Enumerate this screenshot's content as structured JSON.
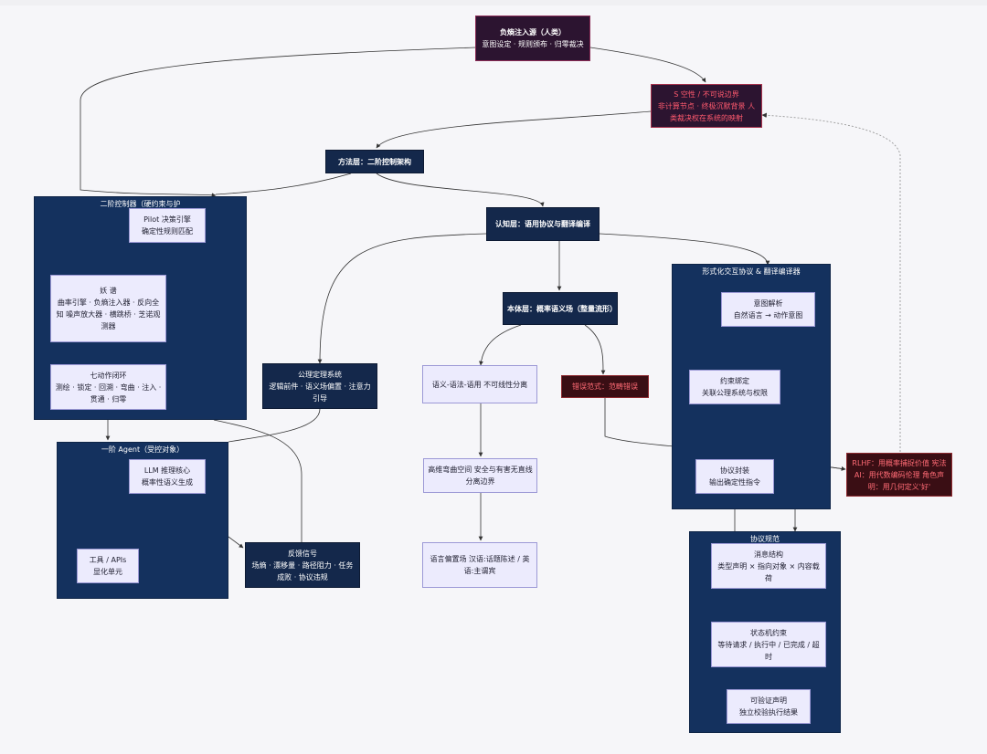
{
  "nodes": {
    "source": {
      "title": "负熵注入源（人类）",
      "body": "意图设定 · 规则颁布 · 归零裁决"
    },
    "void": {
      "title": "S 空性 / 不可说边界",
      "body": "非计算节点 · 终极沉默背景 人类裁决权在系统的映射"
    },
    "method": {
      "title": "方法层：二阶控制架构"
    },
    "cognitive": {
      "title": "认知层：语用协议与翻译编译"
    },
    "ontology": {
      "title": "本体层：概率语义场（整量流形）"
    },
    "axiom": {
      "title": "公理定理系统",
      "body": "逻辑前件 · 语义场偏置 · 注意力引导"
    },
    "separation": {
      "body": "语义-语法-语用 不可线性分离"
    },
    "manifold": {
      "body": "高维弯曲空间 安全与有害无直线分离边界"
    },
    "bias": {
      "body": "语言偏置场 汉语:话题陈述 / 英语:主谓宾"
    },
    "error": {
      "title": "错误范式：范畴错误"
    },
    "rlhf": {
      "body": "RLHF：用概率捕捉价值 宪法AI：用代数编码伦理 角色声明：用几何定义'好'"
    },
    "feedback": {
      "title": "反馈信号",
      "body": "场熵 · 漂移量 · 路径阻力 · 任务成败 · 协议违规"
    }
  },
  "clusters": {
    "controller": {
      "title": "二阶控制器（硬约束与护",
      "pilot": {
        "title": "Pilot 决策引擎",
        "body": "确定性规则匹配"
      },
      "lens": {
        "title": "妖 谱",
        "body": "曲率引擎 · 负熵注入器 · 反向全知 噪声放大器 · 横跳桥 · 芝诺观测器"
      },
      "loop": {
        "title": "七动作闭环",
        "body": "测绘 · 锁定 · 回溯 · 弯曲 · 注入 · 贯通 · 归零"
      }
    },
    "agent": {
      "title": "一阶 Agent（受控对象）",
      "llm": {
        "title": "LLM 推理核心",
        "body": "概率性语义生成"
      },
      "tools": {
        "title": "工具 / APIs",
        "body": "显化单元"
      }
    },
    "formal": {
      "title": "形式化交互协议 & 翻译编译器",
      "intent": {
        "title": "意图解析",
        "body": "自然语言 → 动作意图"
      },
      "constraint": {
        "title": "约束绑定",
        "body": "关联公理系统与权限"
      },
      "wrap": {
        "title": "协议封装",
        "body": "输出确定性指令"
      }
    },
    "spec": {
      "title": "协议规范",
      "msg": {
        "title": "消息结构",
        "body": "类型声明 × 指向对象 × 内容载荷"
      },
      "state": {
        "title": "状态机约束",
        "body": "等待请求 / 执行中 / 已完成 / 超时"
      },
      "verify": {
        "title": "可验证声明",
        "body": "独立校验执行结果"
      }
    }
  },
  "colors": {
    "dark_node": "#14284b",
    "cluster": "#14315e",
    "light_node": "#ecebfd",
    "maroon": "#2c1430",
    "alert_text": "#ff5a6e",
    "edge": "#333333"
  }
}
